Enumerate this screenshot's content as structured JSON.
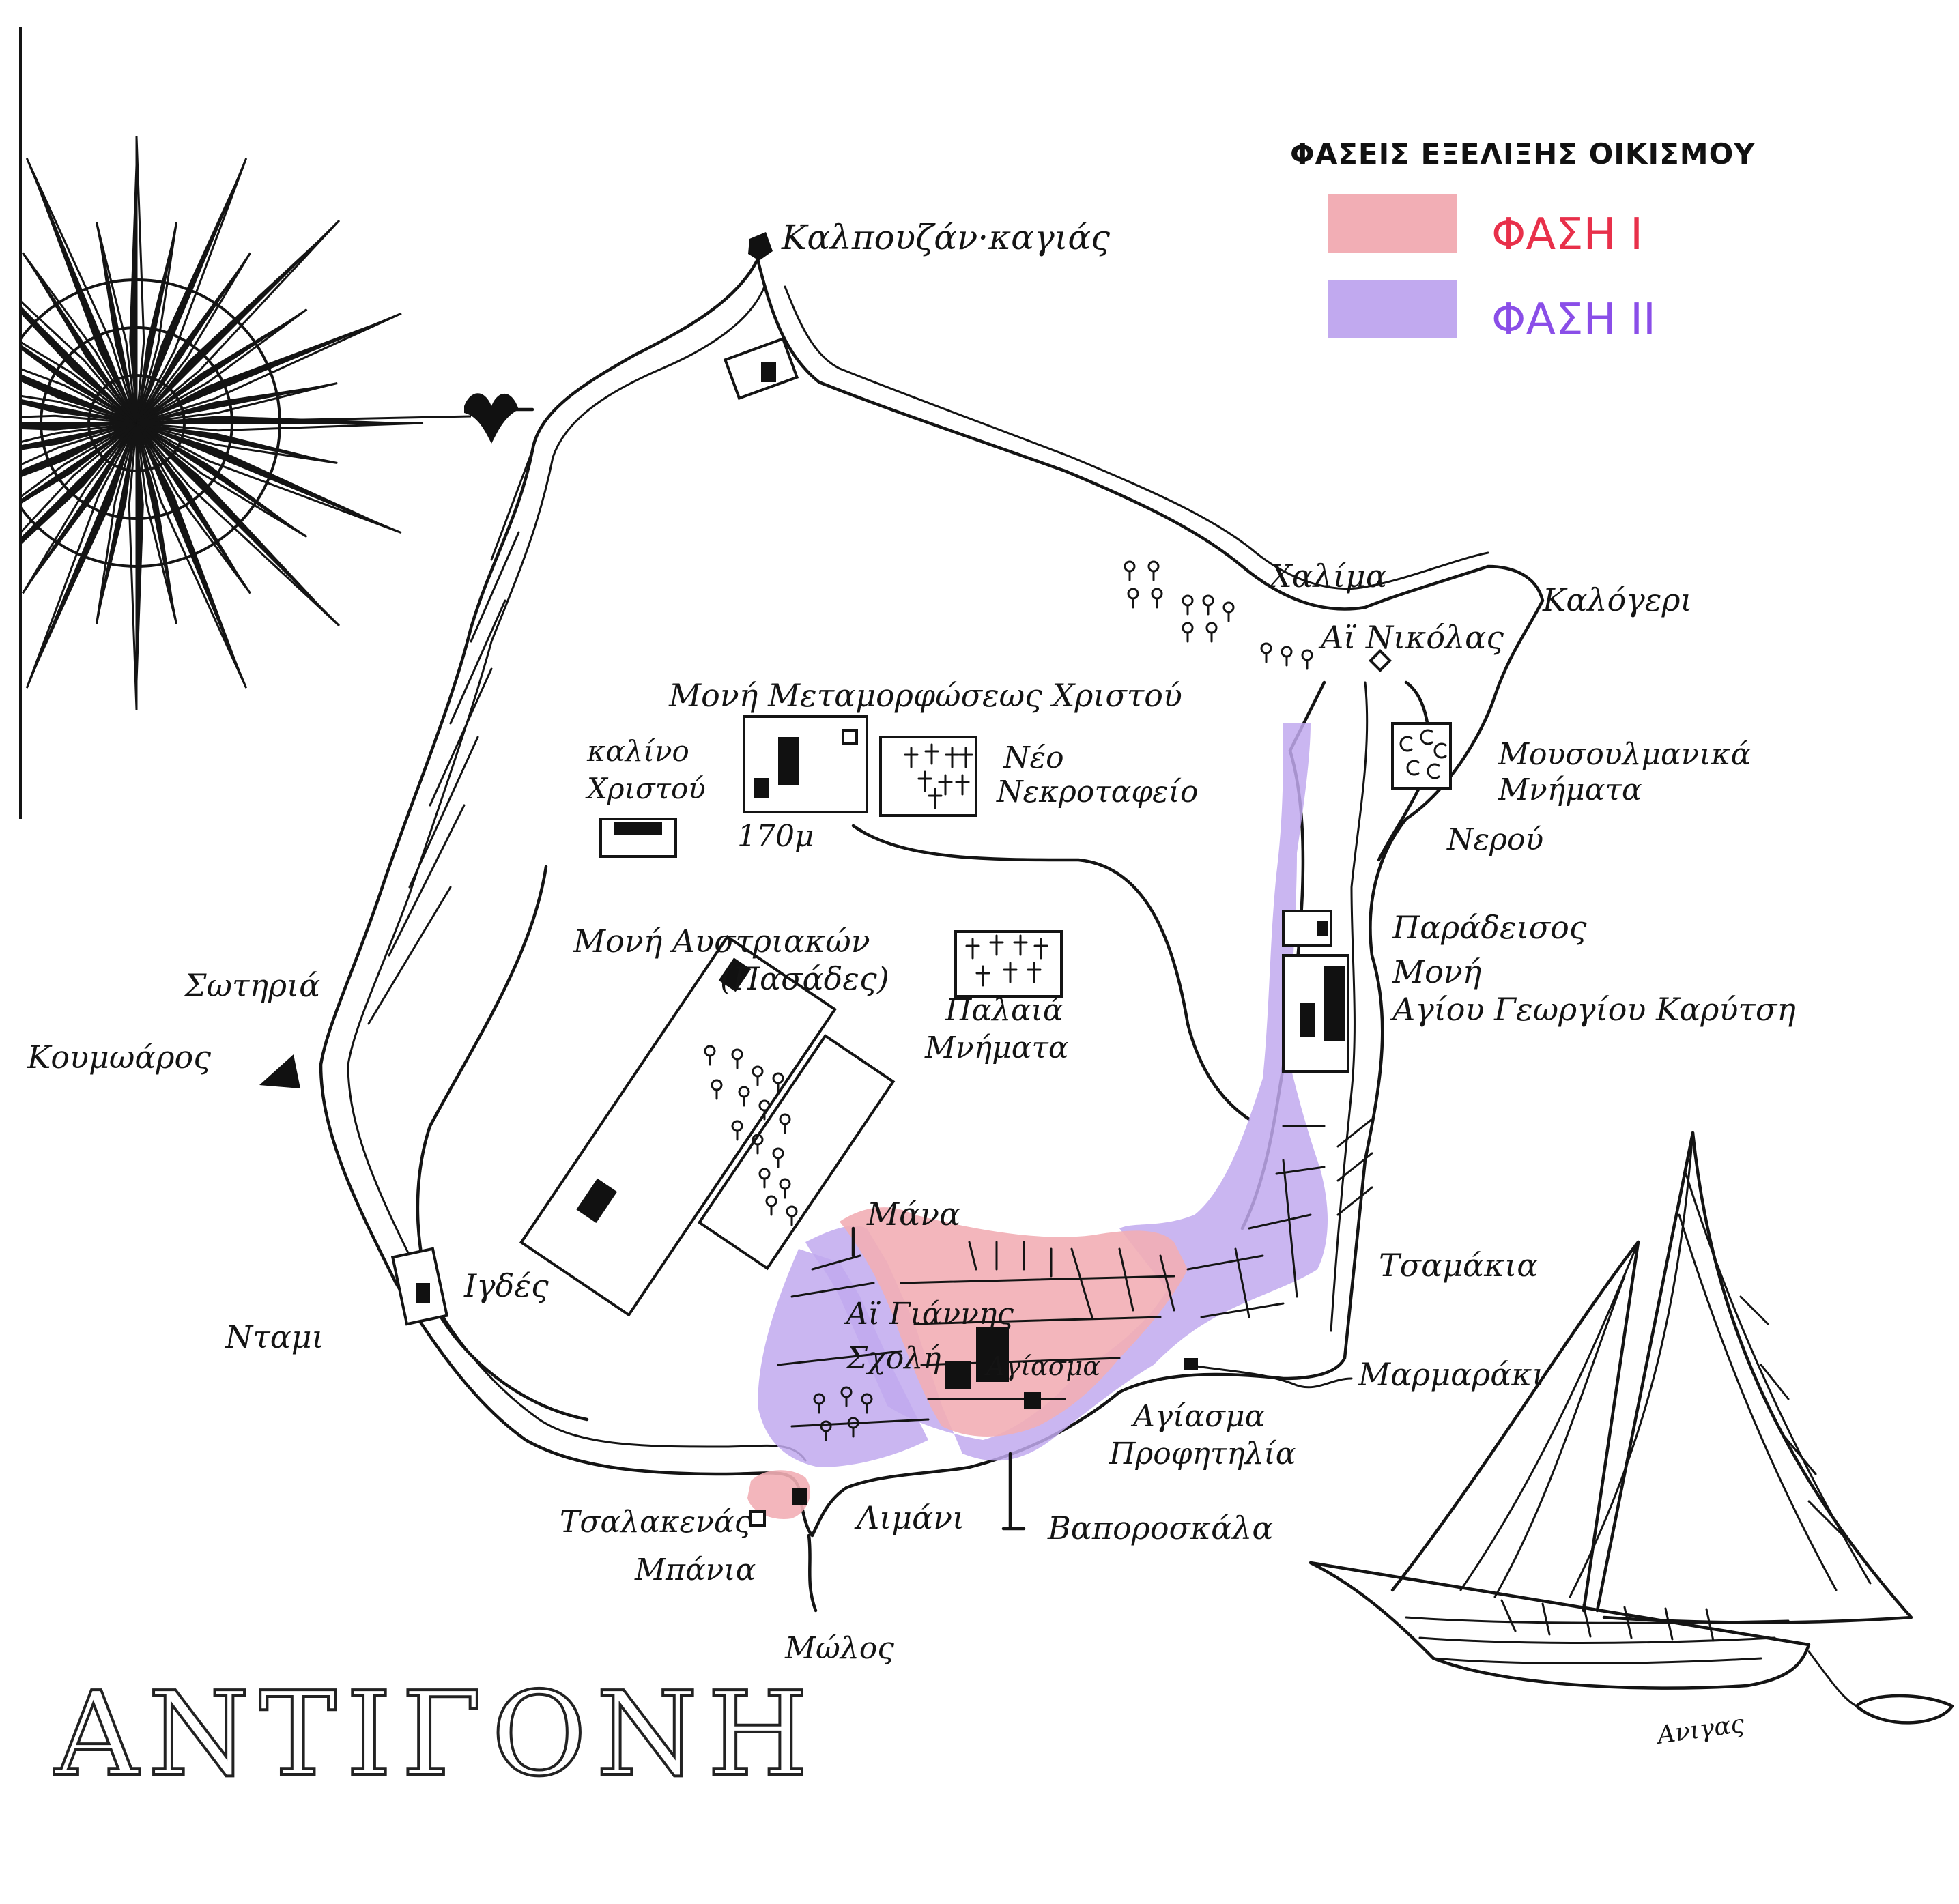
{
  "legend": {
    "title": "ΦΑΣΕΙΣ ΕΞΕΛΙΞΗΣ ΟΙΚΙΣΜΟΥ",
    "items": [
      {
        "label": "ΦΑΣΗ Ι",
        "swatch_color": "#f2aeb5",
        "text_color": "#e8304a"
      },
      {
        "label": "ΦΑΣΗ ΙΙ",
        "swatch_color": "#c1a9ef",
        "text_color": "#8a4ee8"
      }
    ]
  },
  "map_title": "ΑΝΤΙΓΟΝΗ",
  "places": {
    "kalpouzan": "Καλπουζάν·καγιάς",
    "chalima": "Χαλίμα",
    "kalogeros": "Καλόγερι",
    "ai_nikolas": "Αϊ Νικόλας",
    "moni_metamorfosis": "Μονή Μεταμορφώσεως Χριστού",
    "kellino_1": "καλίνο",
    "kellino_2": "Χριστού",
    "neo_1": "Νέο",
    "neo_2": "Νεκροταφείο",
    "mousoulmanika_1": "Μουσουλμανικά",
    "mousoulmanika_2": "Μνήματα",
    "nero": "Νερού",
    "height": "170μ",
    "moni_afstriakon_1": "Μονή Αυστριακών",
    "moni_afstriakon_2": "(Πασάδες)",
    "palaia_1": "Παλαιά",
    "palaia_2": "Μνήματα",
    "paradeisos": "Παράδεισος",
    "moni_karytsi_1": "Μονή",
    "moni_karytsi_2": "Αγίου Γεωργίου Καρύτση",
    "sotiria": "Σωτηριά",
    "koumoaros": "Κουμωάρος",
    "mana": "Μάνα",
    "tsamakia": "Τσαμάκια",
    "ai_giannis": "Αϊ Γιάννης",
    "scholi": "Σχολή",
    "agiasma_small": "Αγίασμα",
    "igdes": "Ιγδές",
    "ntami": "Νταμι",
    "marmaraki": "Μαρμαράκι",
    "agiasma_1": "Αγίασμα",
    "agiasma_2": "Προφητηλία",
    "tsalakenas": "Τσαλακενάς",
    "mpania": "Μπάνια",
    "limani": "Λιμάνι",
    "vaporoskala": "Βαποροσκάλα",
    "molos": "Μώλος",
    "boat": "Ανιγας"
  }
}
